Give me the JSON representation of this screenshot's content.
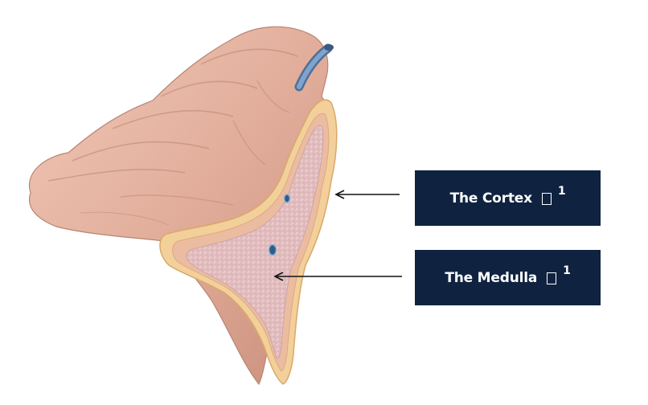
{
  "labels": {
    "cortex": {
      "text": "The Cortex",
      "marker": "1"
    },
    "medulla": {
      "text": "The Medulla",
      "marker": "1"
    }
  },
  "icons": {
    "placeholder_glyph": "missing-glyph-box"
  },
  "colors": {
    "label_box": "#0f2341",
    "label_text": "#ffffff",
    "arrow": "#111111",
    "gland_surface": "#e0ae9c",
    "cortex_layer": "#f3d4a0",
    "medulla_tissue": "#e8c6c6",
    "vessel": "#6b8fb8"
  }
}
